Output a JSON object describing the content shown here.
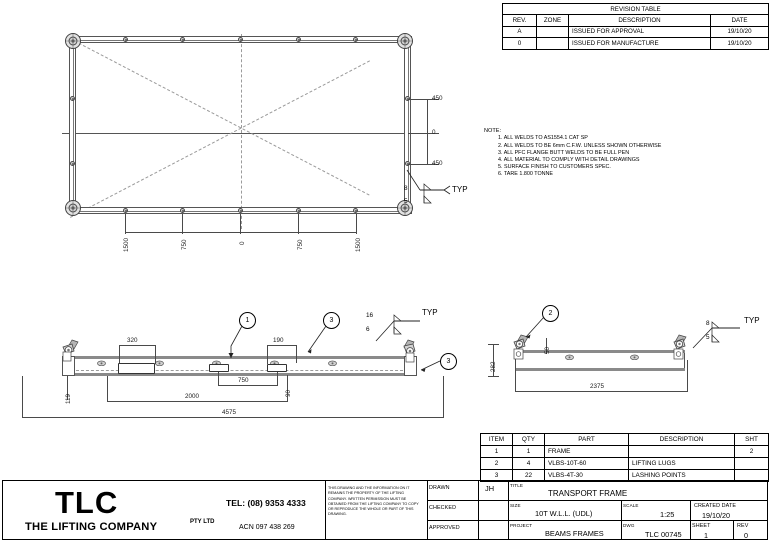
{
  "drawing": {
    "revision_table": {
      "title": "REVISION TABLE",
      "columns": [
        "REV.",
        "ZONE",
        "DESCRIPTION",
        "DATE"
      ],
      "rows": [
        {
          "rev": "A",
          "zone": "",
          "description": "ISSUED FOR APPROVAL",
          "date": "19/10/20"
        },
        {
          "rev": "0",
          "zone": "",
          "description": "ISSUED FOR MANUFACTURE",
          "date": "19/10/20"
        }
      ]
    },
    "notes": {
      "heading": "NOTE:",
      "items": [
        "1. ALL WELDS TO AS1554.1 CAT SP",
        "2. ALL WELDS TO BE 6mm C.F.W. UNLESS SHOWN OTHERWISE",
        "3. ALL PFC FLANGE BUTT WELDS TO BE FULL PEN",
        "4. ALL MATERIAL TO COMPLY WITH DETAIL DRAWINGS",
        "5. SURFACE FINISH TO CUSTOMERS SPEC.",
        "6. TARE 1.800 TONNE"
      ]
    },
    "bom": {
      "columns": [
        "ITEM",
        "QTY",
        "PART",
        "DESCRIPTION",
        "SHT"
      ],
      "rows": [
        {
          "item": "1",
          "qty": "1",
          "part": "FRAME",
          "description": "",
          "sht": "2"
        },
        {
          "item": "2",
          "qty": "4",
          "part": "VLBS-10T-60",
          "description": "LIFTING LUGS",
          "sht": ""
        },
        {
          "item": "3",
          "qty": "22",
          "part": "VLBS-4T-30",
          "description": "LASHING POINTS",
          "sht": ""
        }
      ]
    },
    "title_block": {
      "company_logo": "TLC",
      "company_name": "THE LIFTING COMPANY",
      "company_suffix": "PTY LTD",
      "telephone": "TEL: (08) 9353 4333",
      "acn": "ACN 097 438 269",
      "legal_notice": "THIS DRAWING AND THE INFORMATION ON IT REMAINS THE PROPERTY OF THE LIFTING COMPANY. WRITTEN PERMISSION MUST BE OBTAINED FROM THE LIFTING COMPANY TO COPY OR REPRODUCE THE WHOLE OR PART OF THIS DRAWING.",
      "drawn_label": "DRAWN",
      "drawn_value": "JH",
      "checked_label": "CHECKED",
      "checked_value": "",
      "approved_label": "APPROVED",
      "approved_value": "",
      "title_label": "TITLE",
      "title_value": "TRANSPORT FRAME",
      "size_label": "SIZE",
      "size_value": "10T W.L.L.  (UDL)",
      "scale_label": "SCALE",
      "scale_value": "1:25",
      "created_date_label": "CREATED DATE",
      "created_date_value": "19/10/20",
      "project_label": "PROJECT",
      "project_value": "BEAMS FRAMES",
      "dwg_label": "DWG",
      "dwg_value": "TLC 00745",
      "sheet_label": "SHEET",
      "sheet_value": "1",
      "rev_label": "REV",
      "rev_value": "0"
    },
    "plan_view": {
      "bottom_dimensions": [
        "1500",
        "750",
        "0",
        "750",
        "1500"
      ],
      "right_dimensions": [
        "450",
        "0",
        "450"
      ],
      "weld_symbol": {
        "upper": "8",
        "lower": "5",
        "note": "TYP"
      }
    },
    "elevation_view": {
      "dimensions": {
        "d_320": "320",
        "d_190": "190",
        "d_750": "750",
        "d_2000": "2000",
        "d_4575": "4575",
        "d_119": "119",
        "d_90": "90"
      },
      "balloons": [
        "1",
        "3",
        "3"
      ],
      "weld_symbol": {
        "upper": "16",
        "lower": "6",
        "note": "TYP"
      }
    },
    "end_view": {
      "dimensions": {
        "d_2375": "2375",
        "d_282": "282",
        "d_50": "50"
      },
      "balloons": [
        "2"
      ],
      "weld_symbol": {
        "upper": "8",
        "lower": "5",
        "note": "TYP"
      }
    }
  }
}
